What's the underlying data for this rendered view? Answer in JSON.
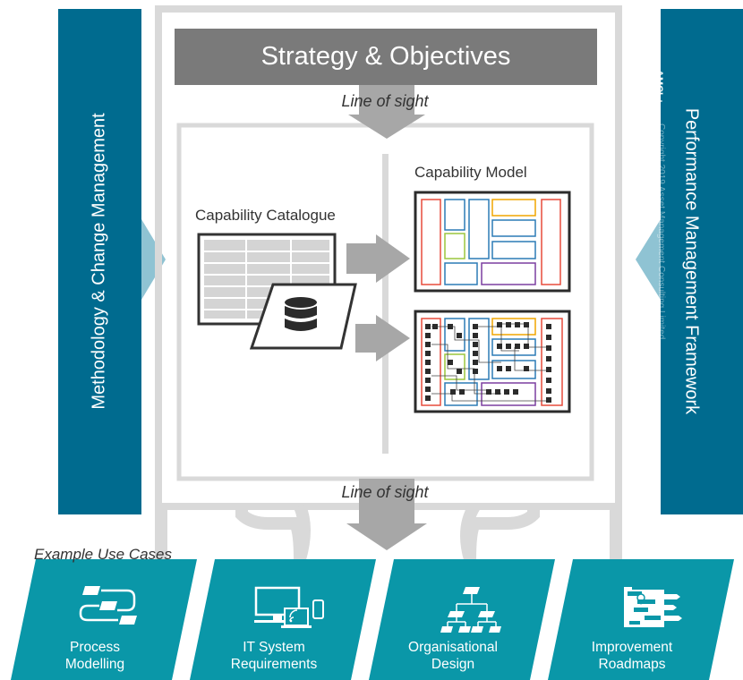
{
  "diagram": {
    "strategy_title": "Strategy & Objectives",
    "line_of_sight_top": "Line of sight",
    "line_of_sight_bottom": "Line of sight",
    "capability_catalogue": "Capability Catalogue",
    "capability_model": "Capability Model",
    "left_banner": "Methodology & Change Management",
    "right_banner": "Performance Management Framework",
    "watermark_brand": "AMCL+",
    "watermark_text": "Copyright 2019 Asset Management Consulting Limited",
    "example_use_cases": "Example Use Cases",
    "use_cases": [
      {
        "line1": "Process",
        "line2": "Modelling",
        "icon": "process-flow-icon"
      },
      {
        "line1": "IT System",
        "line2": "Requirements",
        "icon": "devices-icon"
      },
      {
        "line1": "Organisational",
        "line2": "Design",
        "icon": "org-chart-icon"
      },
      {
        "line1": "Improvement",
        "line2": "Roadmaps",
        "icon": "gantt-icon"
      }
    ],
    "colors": {
      "teal": "#0a97a8",
      "navy": "#006b8f",
      "light_blue": "#8fc3d3",
      "gray_box": "#7a7a7a",
      "frame_gray": "#d9d9d9",
      "arrow_gray": "#a7a7a7"
    }
  }
}
